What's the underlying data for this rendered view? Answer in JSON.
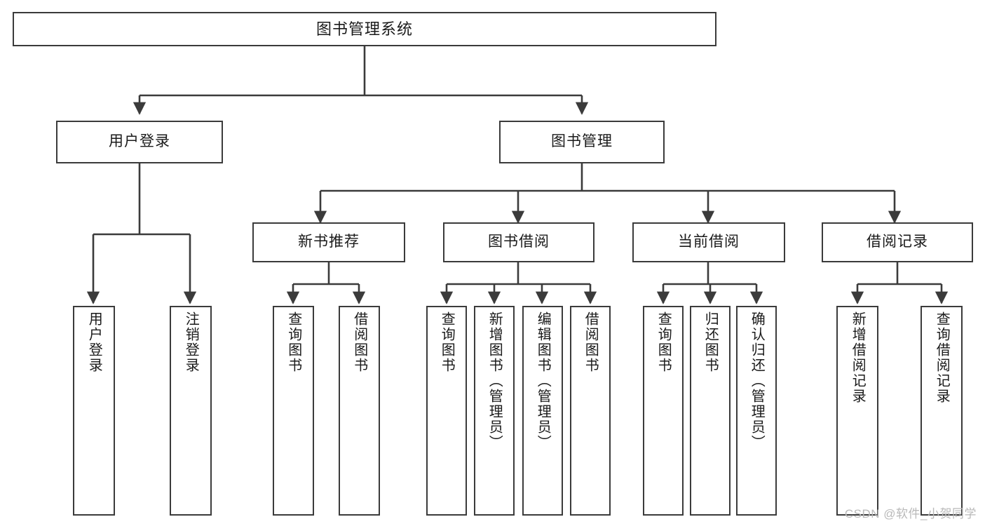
{
  "diagram": {
    "type": "tree-hierarchy",
    "title": "图书管理系统",
    "background_color": "#ffffff",
    "border_color": "#3b3b3b",
    "text_color": "#1a1a1a",
    "root": {
      "label": "图书管理系统"
    },
    "level2": [
      {
        "label": "用户登录"
      },
      {
        "label": "图书管理"
      }
    ],
    "level3": [
      {
        "label": "新书推荐"
      },
      {
        "label": "图书借阅"
      },
      {
        "label": "当前借阅"
      },
      {
        "label": "借阅记录"
      }
    ],
    "leaves": {
      "user_login": [
        {
          "label": "用户登录"
        },
        {
          "label": "注销登录"
        }
      ],
      "new_book_recommend": [
        {
          "label": "查询图书"
        },
        {
          "label": "借阅图书"
        }
      ],
      "book_borrow": [
        {
          "label": "查询图书"
        },
        {
          "label": "新增图书（管理员）"
        },
        {
          "label": "编辑图书（管理员）"
        },
        {
          "label": "借阅图书"
        }
      ],
      "current_borrow": [
        {
          "label": "查询图书"
        },
        {
          "label": "归还图书"
        },
        {
          "label": "确认归还（管理员）"
        }
      ],
      "borrow_record": [
        {
          "label": "新增借阅记录"
        },
        {
          "label": "查询借阅记录"
        }
      ]
    }
  },
  "watermark": {
    "text": "CSDN @软件_小贺同学"
  }
}
